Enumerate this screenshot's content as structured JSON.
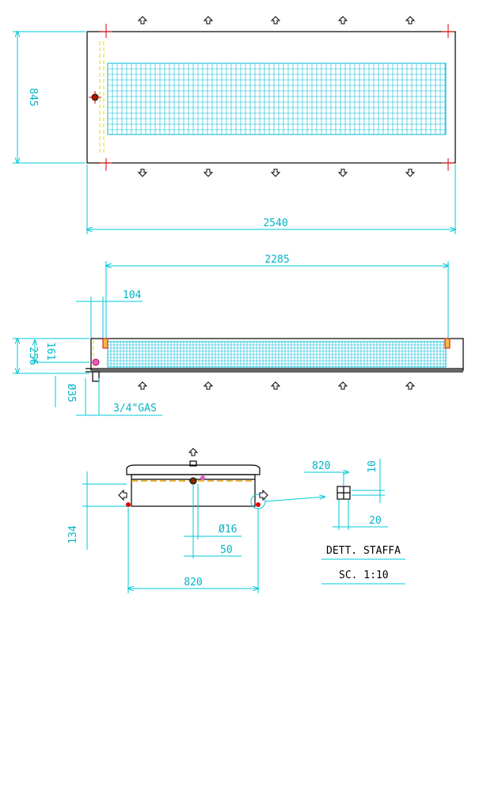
{
  "top_view": {
    "width_dim": "2540",
    "height_dim": "845"
  },
  "side_view": {
    "length_dim": "2285",
    "offset_dim": "104",
    "height_total_dim": "256",
    "height_coil_dim": "161",
    "drain_dim": "Ø35",
    "connection_label": "3/4\"GAS"
  },
  "end_view": {
    "width_dim": "820",
    "height_dim": "134",
    "tube_dim": "Ø16",
    "tube_offset_dim": "50"
  },
  "detail": {
    "width_dim": "820",
    "small_dim_1": "10",
    "small_dim_2": "20",
    "title": "DETT. STAFFA",
    "scale": "SC. 1:10"
  },
  "colors": {
    "dimension": "#00c8d8",
    "outline": "#000000",
    "coil": "#00b8d8",
    "pipe": "#e8d800",
    "marker": "#e00000"
  }
}
